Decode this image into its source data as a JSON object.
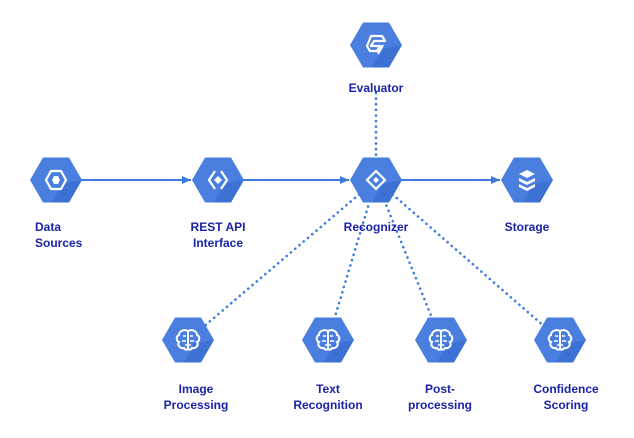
{
  "colors": {
    "hex_fill": "#4a7fe0",
    "hex_shadow": "#2f62c6",
    "edge": "#3d7be0",
    "icon": "#ffffff",
    "label": "#1a23a8"
  },
  "nodes": [
    {
      "id": "data-sources",
      "label": "Data\nSources",
      "icon": "data-sources-icon"
    },
    {
      "id": "rest-api-interface",
      "label": "REST API\nInterface",
      "icon": "api-diamond-icon"
    },
    {
      "id": "recognizer",
      "label": "Recognizer",
      "icon": "recognizer-diamond-icon"
    },
    {
      "id": "storage",
      "label": "Storage",
      "icon": "storage-stack-icon"
    },
    {
      "id": "evaluator",
      "label": "Evaluator",
      "icon": "evaluator-icon"
    },
    {
      "id": "image-processing",
      "label": "Image\nProcessing",
      "icon": "brain-icon"
    },
    {
      "id": "text-recognition",
      "label": "Text\nRecognition",
      "icon": "brain-icon"
    },
    {
      "id": "post-processing",
      "label": "Post-\nprocessing",
      "icon": "brain-icon"
    },
    {
      "id": "confidence-scoring",
      "label": "Confidence\nScoring",
      "icon": "brain-icon"
    }
  ],
  "edges": [
    {
      "from": "data-sources",
      "to": "rest-api-interface",
      "style": "solid-arrow"
    },
    {
      "from": "rest-api-interface",
      "to": "recognizer",
      "style": "solid-arrow"
    },
    {
      "from": "recognizer",
      "to": "storage",
      "style": "solid-arrow"
    },
    {
      "from": "evaluator",
      "to": "recognizer",
      "style": "dotted"
    },
    {
      "from": "recognizer",
      "to": "image-processing",
      "style": "dotted"
    },
    {
      "from": "recognizer",
      "to": "text-recognition",
      "style": "dotted"
    },
    {
      "from": "recognizer",
      "to": "post-processing",
      "style": "dotted"
    },
    {
      "from": "recognizer",
      "to": "confidence-scoring",
      "style": "dotted"
    }
  ]
}
